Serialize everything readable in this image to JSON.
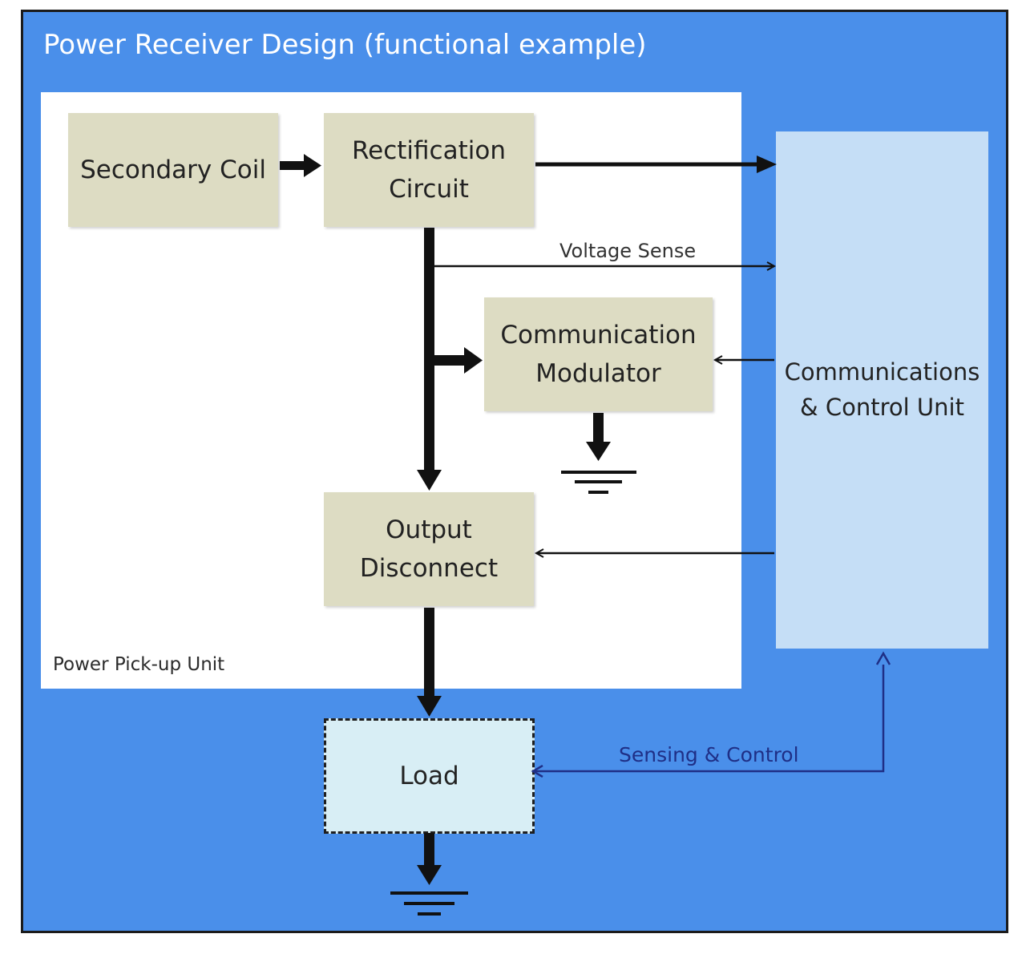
{
  "diagram": {
    "title": "Power Receiver Design (functional example)",
    "panel_label": "Power Pick-up Unit",
    "blocks": {
      "secondary_coil": "Secondary Coil",
      "rectification": "Rectification\nCircuit",
      "modulator": "Communication\nModulator",
      "output_disconnect": "Output\nDisconnect",
      "control_unit": "Communications\n& Control Unit",
      "load": "Load"
    },
    "edges": {
      "voltage_sense": "Voltage Sense",
      "sensing_control": "Sensing & Control"
    },
    "colors": {
      "background": "#4a8fea",
      "block_fill": "#dddcc3",
      "control_unit_fill": "#c5def6",
      "load_fill": "#d8eef5",
      "sensing_line": "#1f2f86",
      "power_line": "#111111"
    }
  }
}
